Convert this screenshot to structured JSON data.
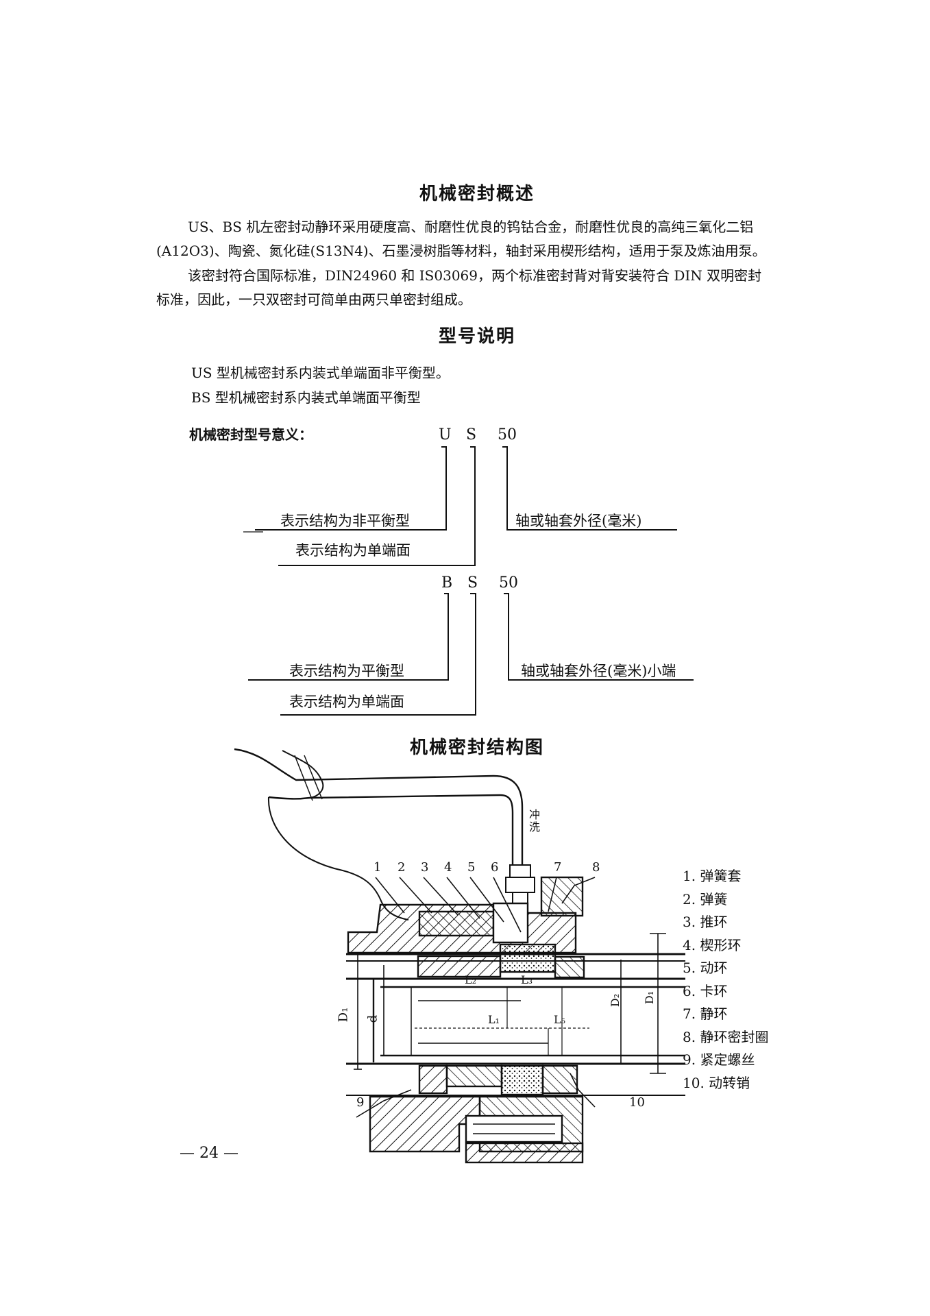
{
  "overview": {
    "title": "机械密封概述",
    "p1_line1": "US、BS 机左密封动静环采用硬度高、耐磨性优良的钨钴合金，耐磨性优良的高纯三氧化二铝",
    "p1_line2": "(A12O3)、陶瓷、氮化硅(S13N4)、石墨浸树脂等材料，轴封采用楔形结构，适用于泵及炼油用泵。",
    "p2_line1": "该密封符合国际标准，DIN24960 和 IS03069，两个标准密封背对背安装符合 DIN 双明密封",
    "p2_line2": "标准，因此，一只双密封可简单由两只单密封组成。"
  },
  "model": {
    "title": "型号说明",
    "us_desc": "US 型机械密封系内装式单端面非平衡型。",
    "bs_desc": "BS 型机械密封系内装式单端面平衡型",
    "meaning_label": "机械密封型号意义：",
    "us": {
      "c1": "U",
      "c2": "S",
      "c3": "50",
      "label1": "表示结构为非平衡型",
      "label2": "表示结构为单端面",
      "label3": "轴或轴套外径(毫米)"
    },
    "bs": {
      "c1": "B",
      "c2": "S",
      "c3": "50",
      "label1": "表示结构为平衡型",
      "label2": "表示结构为单端面",
      "label3": "轴或轴套外径(毫米)小端"
    }
  },
  "structure": {
    "title": "机械密封结构图",
    "flush_label": "冲洗",
    "top_numbers": [
      "1",
      "2",
      "3",
      "4",
      "5",
      "6",
      "7",
      "8"
    ],
    "dims": {
      "D1": "D₁",
      "d": "d",
      "D2": "D₂",
      "Dt": "D₁",
      "L1": "L₁",
      "L2": "L₂",
      "L3": "L₃",
      "L5": "L₅"
    },
    "callout_9": "9",
    "callout_10": "10",
    "legend": [
      "1. 弹簧套",
      "2. 弹簧",
      "3. 推环",
      "4. 楔形环",
      "5. 动环",
      "6. 卡环",
      "7. 静环",
      "8. 静环密封圈",
      "9. 紧定螺丝",
      "10. 动转销"
    ]
  },
  "page_number": "— 24 —"
}
